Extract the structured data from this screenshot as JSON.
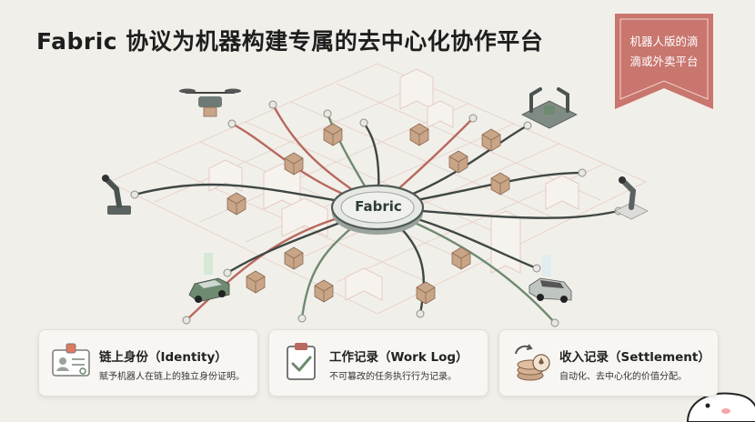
{
  "title": "Fabric 协议为机器构建专属的去中心化协作平台",
  "ribbon": {
    "text": "机器人版的滴\n滴或外卖平台",
    "color": "#c8766e"
  },
  "hub": {
    "label": "Fabric"
  },
  "colors": {
    "accent_red": "#b8685e",
    "accent_green": "#6e8a70",
    "dark_line": "#3f4744"
  },
  "cards": [
    {
      "title": "链上身份（Identity）",
      "desc": "赋予机器人在链上的独立身份证明。",
      "icon": "id-card-icon"
    },
    {
      "title": "工作记录（Work Log）",
      "desc": "不可篡改的任务执行行为记录。",
      "icon": "clipboard-check-icon"
    },
    {
      "title": "收入记录（Settlement）",
      "desc": "自动化、去中心化的价值分配。",
      "icon": "coins-icon"
    }
  ]
}
